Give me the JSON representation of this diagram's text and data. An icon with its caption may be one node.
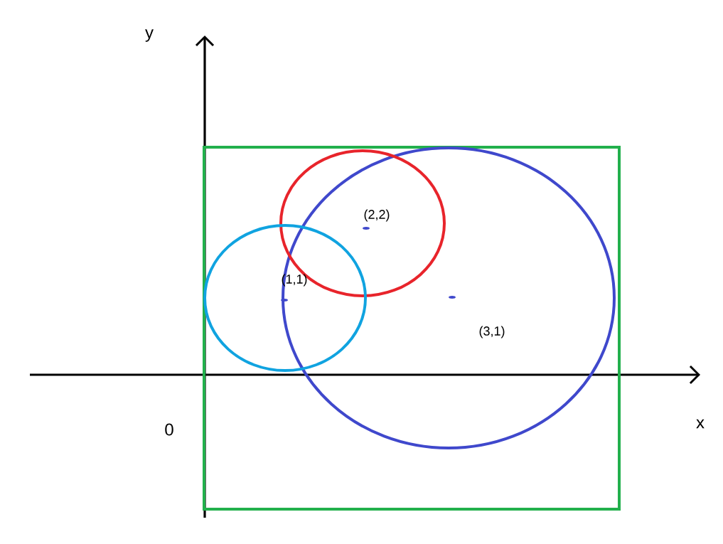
{
  "diagram": {
    "labels": [
      "y",
      "(2,2)",
      "(1,1)",
      "(3,1)",
      "0",
      "x"
    ]
  }
}
